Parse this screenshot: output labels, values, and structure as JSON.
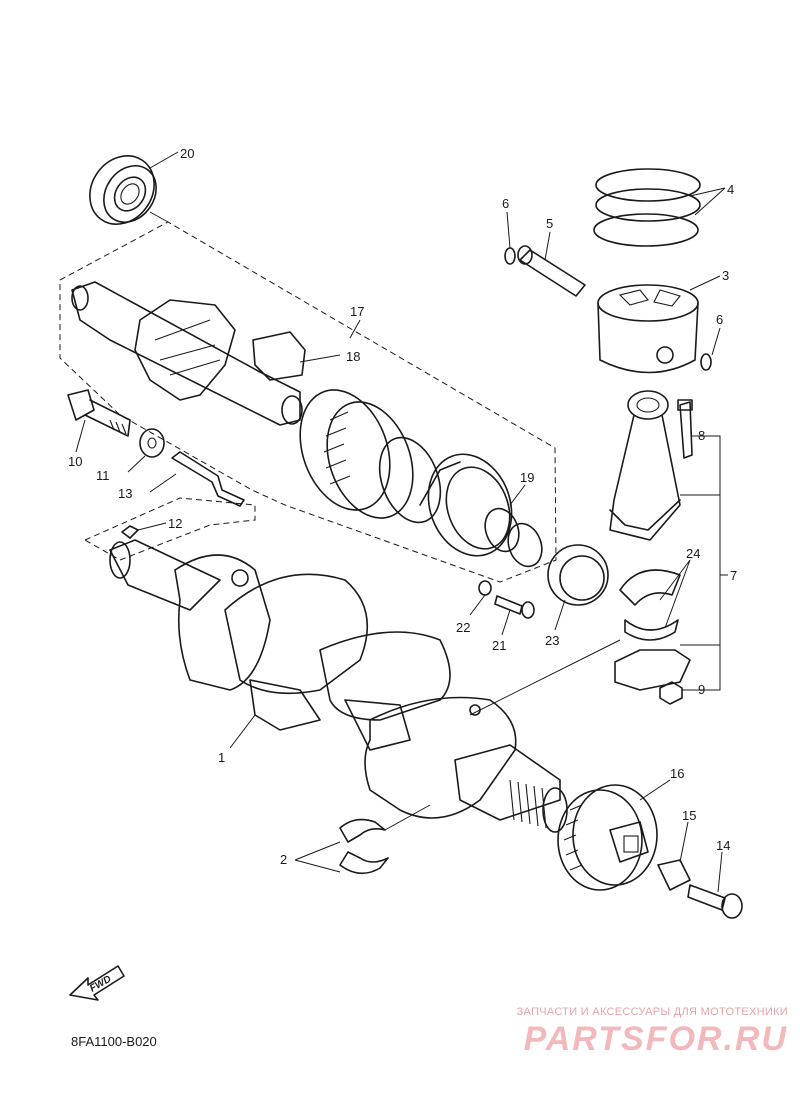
{
  "diagram": {
    "code": "8FA1100-B020",
    "fwd_label": "FWD",
    "callouts": {
      "c1": "1",
      "c2": "2",
      "c3": "3",
      "c4": "4",
      "c5": "5",
      "c6a": "6",
      "c6b": "6",
      "c7": "7",
      "c8": "8",
      "c9": "9",
      "c10": "10",
      "c11": "11",
      "c12": "12",
      "c13": "13",
      "c14": "14",
      "c15": "15",
      "c16": "16",
      "c17": "17",
      "c18": "18",
      "c19": "19",
      "c20": "20",
      "c21": "21",
      "c22": "22",
      "c23": "23",
      "c24": "24"
    }
  },
  "watermark": {
    "tagline": "ЗАПЧАСТИ И АКСЕССУАРЫ ДЛЯ МОТОТЕХНИКИ",
    "logo": "PARTSFOR.RU",
    "color": "#f2b8bc"
  }
}
